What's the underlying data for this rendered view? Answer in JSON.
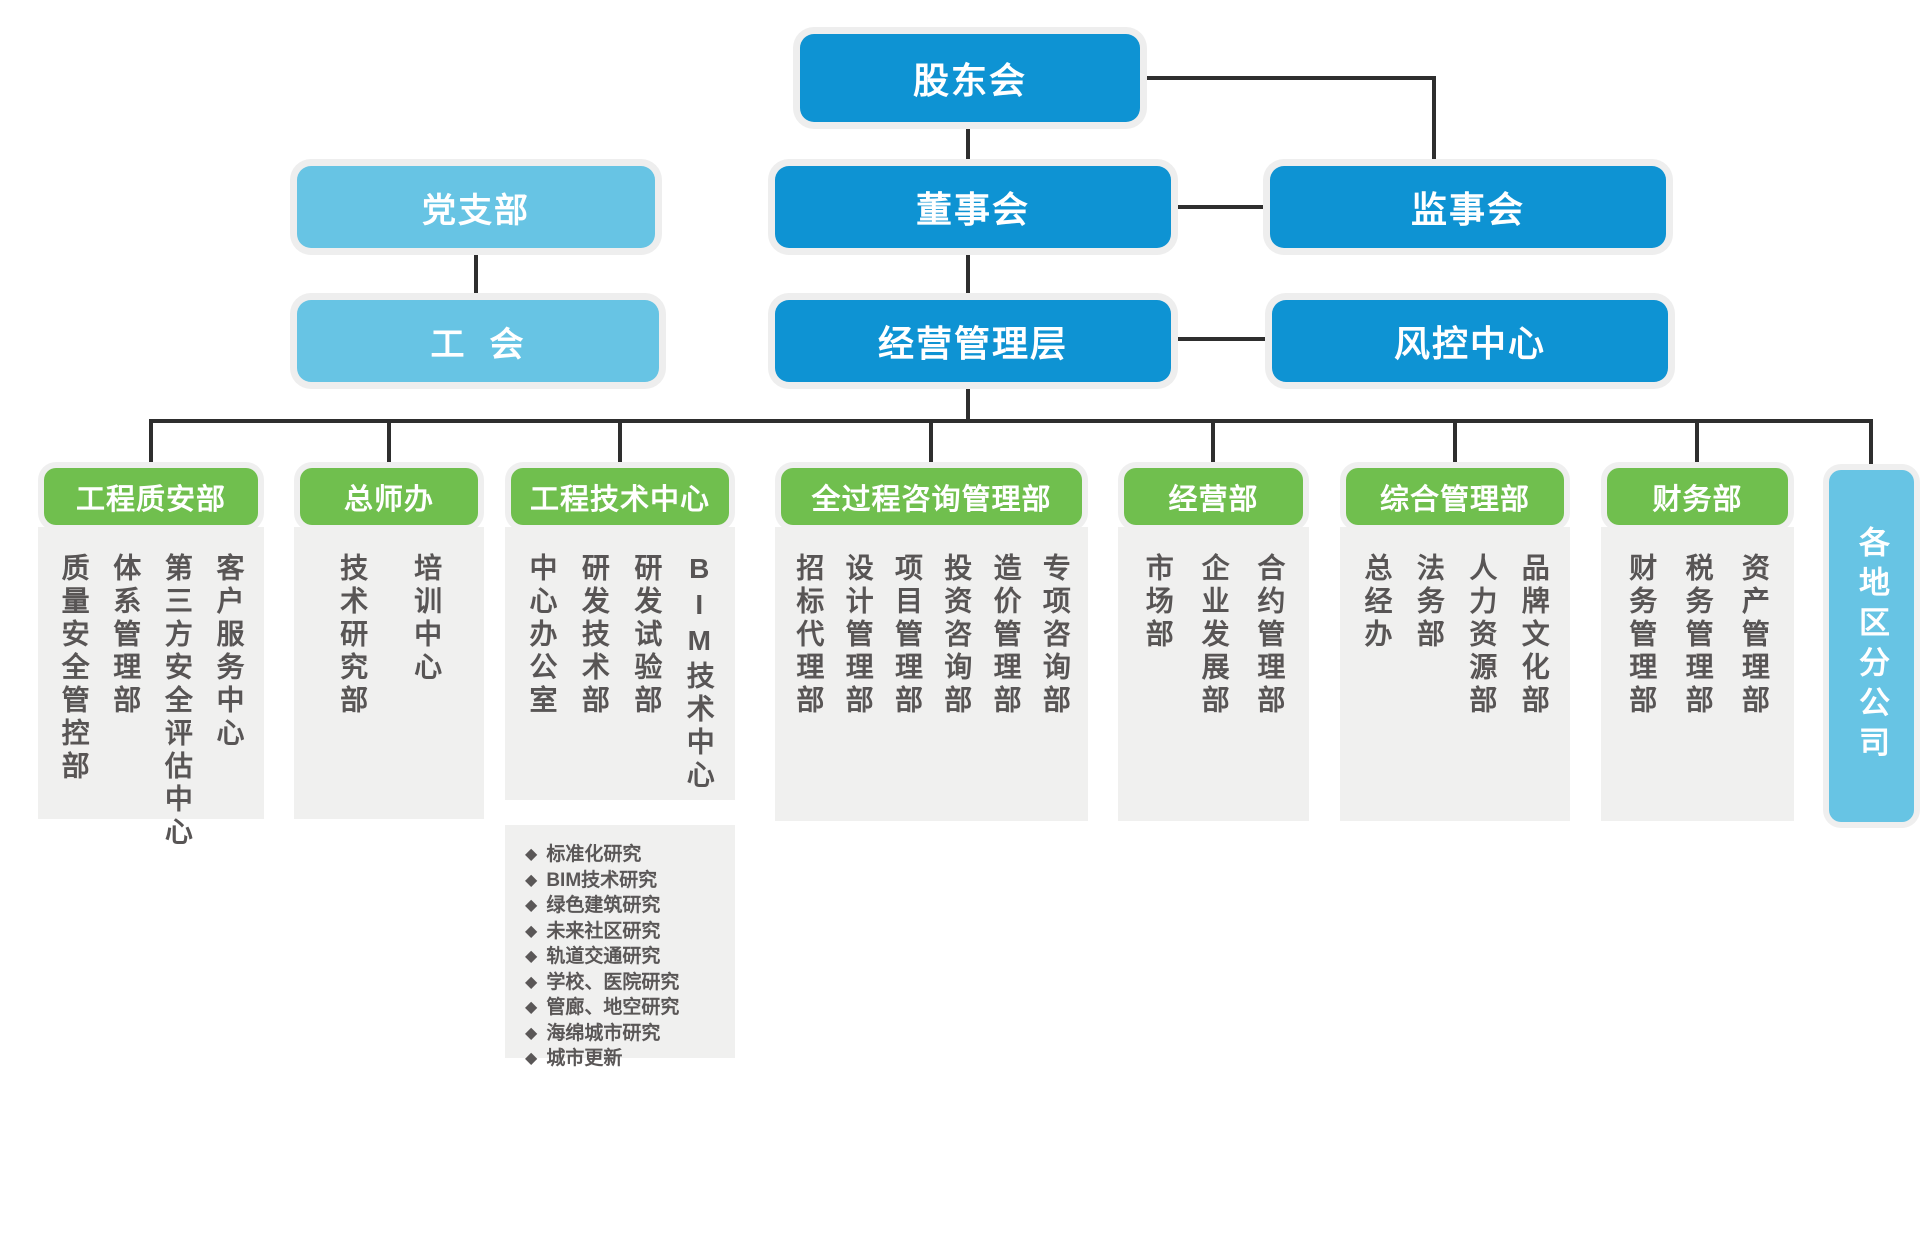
{
  "chart": {
    "bullet_icon": "◆",
    "colors": {
      "primary_blue": "#0e93d3",
      "light_blue": "#67c4e4",
      "green": "#70bf4e",
      "panel_gray": "#f0f0ef",
      "text_gray": "#585555",
      "line_dark": "#2e2e2e"
    },
    "top": {
      "shareholders": "股东会",
      "party_branch": "党支部",
      "board": "董事会",
      "supervisors": "监事会",
      "union": "工  会",
      "management": "经营管理层",
      "risk_center": "风控中心"
    },
    "departments": [
      {
        "title": "工程质安部",
        "subs": [
          "质量安全管控部",
          "体系管理部",
          "第三方安全评估中心",
          "客户服务中心"
        ]
      },
      {
        "title": "总师办",
        "subs": [
          "技术研究部",
          "培训中心"
        ]
      },
      {
        "title": "工程技术中心",
        "subs": [
          "中心办公室",
          "研发技术部",
          "研发试验部",
          "BIM技术中心"
        ],
        "research_topics": [
          "标准化研究",
          "BIM技术研究",
          "绿色建筑研究",
          "未来社区研究",
          "轨道交通研究",
          "学校、医院研究",
          "管廊、地空研究",
          "海绵城市研究",
          "城市更新"
        ]
      },
      {
        "title": "全过程咨询管理部",
        "subs": [
          "招标代理部",
          "设计管理部",
          "项目管理部",
          "投资咨询部",
          "造价管理部",
          "专项咨询部"
        ]
      },
      {
        "title": "经营部",
        "subs": [
          "市场部",
          "企业发展部",
          "合约管理部"
        ]
      },
      {
        "title": "综合管理部",
        "subs": [
          "总经办",
          "法务部",
          "人力资源部",
          "品牌文化部"
        ]
      },
      {
        "title": "财务部",
        "subs": [
          "财务管理部",
          "税务管理部",
          "资产管理部"
        ]
      }
    ],
    "branch_box": "各地区分公司"
  }
}
